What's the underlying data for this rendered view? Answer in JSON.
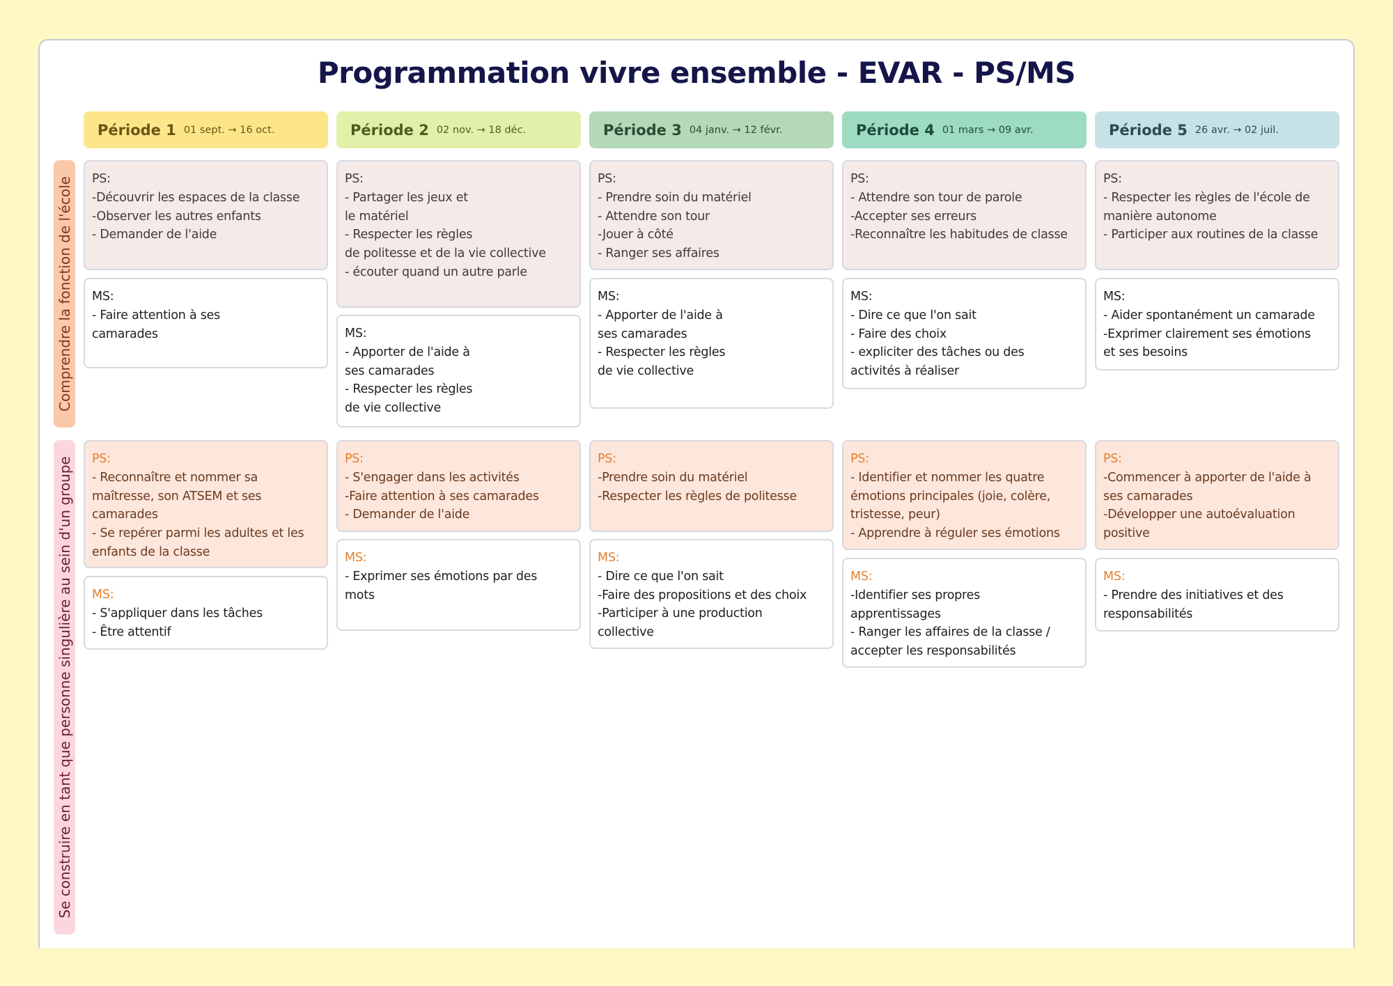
{
  "title": "Programmation vivre ensemble - EVAR - PS/MS",
  "periods": [
    {
      "name": "Période 1",
      "dates": "01 sept. → 16 oct.",
      "bg": "#fde68a",
      "color": "#6a5612"
    },
    {
      "name": "Période 2",
      "dates": "02 nov. → 18 déc.",
      "bg": "#e2f1a9",
      "color": "#4f5d1f"
    },
    {
      "name": "Période 3",
      "dates": "04 janv. → 12 févr.",
      "bg": "#b3d9b8",
      "color": "#2e4a34"
    },
    {
      "name": "Période 4",
      "dates": "01 mars → 09 avr.",
      "bg": "#9ddcc3",
      "color": "#1f4b3c"
    },
    {
      "name": "Période 5",
      "dates": "26 avr. → 02 juil.",
      "bg": "#c7e2e6",
      "color": "#2f4b52"
    }
  ],
  "rows": [
    {
      "label": "Comprendre la fonction de l'école",
      "label_bg": "#fbc8a9",
      "label_color": "#7b3a1f",
      "cells": [
        {
          "ps_label": "PS:",
          "ps": "-Découvrir les espaces de la classe\n-Observer les autres enfants\n- Demander de l'aide",
          "ms_label": "MS:",
          "ms": "- Faire attention à ses\ncamarades"
        },
        {
          "ps_label": "PS:",
          "ps": "- Partager les jeux et\nle matériel\n- Respecter les règles\nde politesse et de la vie collective\n- écouter quand un autre parle",
          "ms_label": "MS:",
          "ms": "- Apporter de l'aide à\nses camarades\n- Respecter les règles\nde vie collective"
        },
        {
          "ps_label": "PS:",
          "ps": "- Prendre soin du matériel\n- Attendre son tour\n-Jouer à côté\n- Ranger ses affaires",
          "ms_label": "MS:",
          "ms": "- Apporter de l'aide à\nses camarades\n- Respecter les règles\nde vie collective"
        },
        {
          "ps_label": "PS:",
          "ps": "- Attendre son tour de parole\n-Accepter ses erreurs\n-Reconnaître les habitudes de classe",
          "ms_label": "MS:",
          "ms": "- Dire ce que l'on sait\n- Faire des choix\n- expliciter des tâches ou des\nactivités à réaliser"
        },
        {
          "ps_label": "PS:",
          "ps": "- Respecter les règles de l'école de\nmanière autonome\n- Participer aux routines de la classe",
          "ms_label": "MS:",
          "ms": "- Aider spontanément un camarade\n-Exprimer clairement ses émotions\net ses besoins"
        }
      ]
    },
    {
      "label": "Se construire en tant que personne singulière au sein d'un groupe",
      "label_bg": "#fcd6de",
      "label_color": "#6a1f33",
      "cells": [
        {
          "ps_label": "PS:",
          "ps": "- Reconnaître et nommer sa\nmaîtresse, son ATSEM et ses\ncamarades\n- Se repérer parmi les adultes et les\nenfants de la classe",
          "ms_label": "MS:",
          "ms": "- S'appliquer dans les tâches\n- Être attentif"
        },
        {
          "ps_label": "PS:",
          "ps": "- S'engager dans les activités\n-Faire attention à ses camarades\n- Demander de l'aide",
          "ms_label": "MS:",
          "ms": "- Exprimer ses émotions par des\nmots"
        },
        {
          "ps_label": "PS:",
          "ps": "-Prendre soin du matériel\n-Respecter les règles de politesse",
          "ms_label": "MS:",
          "ms": "- Dire ce que l'on sait\n-Faire des propositions et des choix\n-Participer à une production\ncollective"
        },
        {
          "ps_label": "PS:",
          "ps": "- Identifier et nommer les quatre\némotions principales (joie, colère,\ntristesse, peur)\n- Apprendre à réguler ses émotions",
          "ms_label": "MS:",
          "ms": "-Identifier ses propres\napprentissages\n- Ranger les affaires de la classe /\naccepter les responsabilités"
        },
        {
          "ps_label": "PS:",
          "ps": "-Commencer à apporter de l'aide à\nses camarades\n-Développer une autoévaluation\npositive",
          "ms_label": "MS:",
          "ms": "- Prendre des initiatives et des\nresponsabilités"
        }
      ]
    }
  ]
}
